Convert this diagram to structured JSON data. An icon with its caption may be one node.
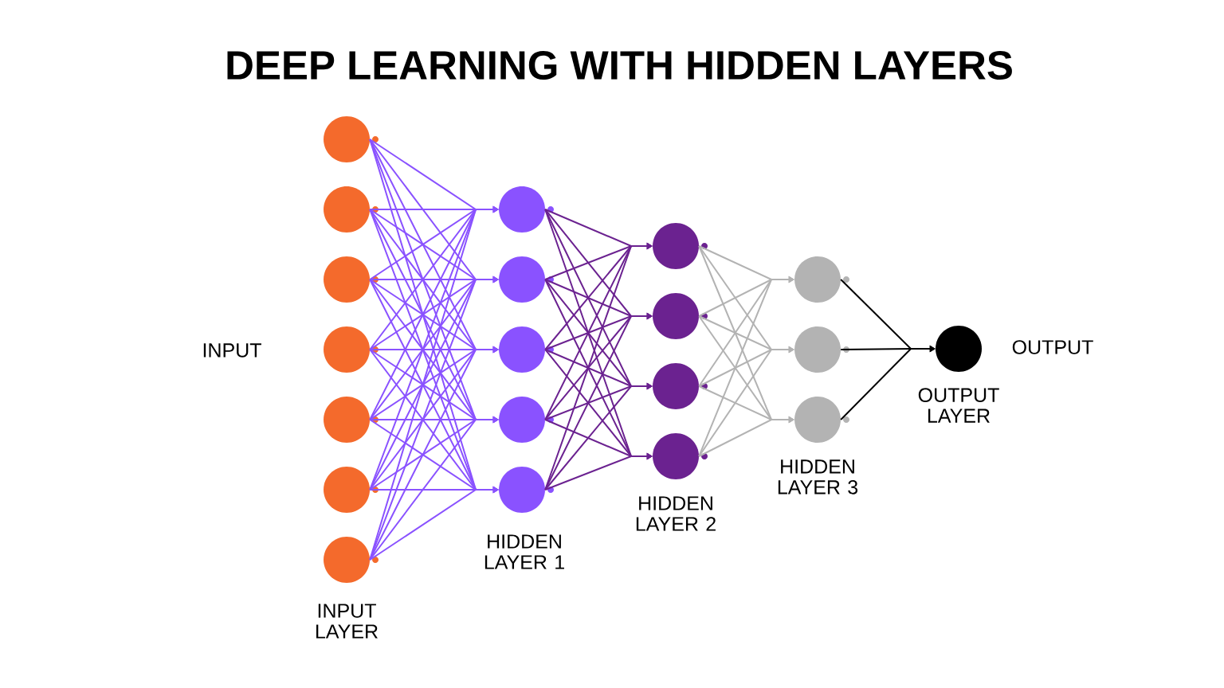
{
  "diagram": {
    "title": "DEEP LEARNING WITH HIDDEN LAYERS",
    "nodes": [
      {
        "text": [],
        "shape": "circle"
      },
      {
        "text": [],
        "shape": "circle"
      },
      {
        "text": [],
        "shape": "circle"
      },
      {
        "text": [],
        "shape": "circle"
      },
      {
        "text": [],
        "shape": "circle"
      },
      {
        "text": [],
        "shape": "circle"
      },
      {
        "text": [],
        "shape": "circle"
      },
      {
        "text": [],
        "shape": "circle"
      },
      {
        "text": [],
        "shape": "circle"
      },
      {
        "text": [],
        "shape": "circle"
      },
      {
        "text": [],
        "shape": "circle"
      },
      {
        "text": [],
        "shape": "circle"
      },
      {
        "text": [],
        "shape": "circle"
      },
      {
        "text": [],
        "shape": "circle"
      },
      {
        "text": [],
        "shape": "circle"
      },
      {
        "text": [],
        "shape": "circle"
      },
      {
        "text": [],
        "shape": "circle"
      },
      {
        "text": [],
        "shape": "circle"
      },
      {
        "text": [],
        "shape": "circle"
      },
      {
        "text": [],
        "shape": "circle"
      }
    ],
    "edges": [
      {
        "from": 0,
        "to": 7,
        "arrow": "to"
      },
      {
        "from": 0,
        "to": 8,
        "arrow": "to"
      },
      {
        "from": 0,
        "to": 9,
        "arrow": "to"
      },
      {
        "from": 0,
        "to": 10,
        "arrow": "to"
      },
      {
        "from": 0,
        "to": 11,
        "arrow": "to"
      },
      {
        "from": 1,
        "to": 7,
        "arrow": "to"
      },
      {
        "from": 1,
        "to": 8,
        "arrow": "to"
      },
      {
        "from": 1,
        "to": 9,
        "arrow": "to"
      },
      {
        "from": 1,
        "to": 10,
        "arrow": "to"
      },
      {
        "from": 1,
        "to": 11,
        "arrow": "to"
      },
      {
        "from": 2,
        "to": 7,
        "arrow": "to"
      },
      {
        "from": 2,
        "to": 8,
        "arrow": "to"
      },
      {
        "from": 2,
        "to": 9,
        "arrow": "to"
      },
      {
        "from": 2,
        "to": 10,
        "arrow": "to"
      },
      {
        "from": 2,
        "to": 11,
        "arrow": "to"
      },
      {
        "from": 3,
        "to": 7,
        "arrow": "to"
      },
      {
        "from": 3,
        "to": 8,
        "arrow": "to"
      },
      {
        "from": 3,
        "to": 9,
        "arrow": "to"
      },
      {
        "from": 3,
        "to": 10,
        "arrow": "to"
      },
      {
        "from": 3,
        "to": 11,
        "arrow": "to"
      },
      {
        "from": 4,
        "to": 7,
        "arrow": "to"
      },
      {
        "from": 4,
        "to": 8,
        "arrow": "to"
      },
      {
        "from": 4,
        "to": 9,
        "arrow": "to"
      },
      {
        "from": 4,
        "to": 10,
        "arrow": "to"
      },
      {
        "from": 4,
        "to": 11,
        "arrow": "to"
      },
      {
        "from": 5,
        "to": 7,
        "arrow": "to"
      },
      {
        "from": 5,
        "to": 8,
        "arrow": "to"
      },
      {
        "from": 5,
        "to": 9,
        "arrow": "to"
      },
      {
        "from": 5,
        "to": 10,
        "arrow": "to"
      },
      {
        "from": 5,
        "to": 11,
        "arrow": "to"
      },
      {
        "from": 6,
        "to": 7,
        "arrow": "to"
      },
      {
        "from": 6,
        "to": 8,
        "arrow": "to"
      },
      {
        "from": 6,
        "to": 9,
        "arrow": "to"
      },
      {
        "from": 6,
        "to": 10,
        "arrow": "to"
      },
      {
        "from": 6,
        "to": 11,
        "arrow": "to"
      },
      {
        "from": 7,
        "to": 12,
        "arrow": "to",
        "color": "#6b2290"
      },
      {
        "from": 7,
        "to": 13,
        "arrow": "to",
        "color": "#6b2290"
      },
      {
        "from": 7,
        "to": 14,
        "arrow": "to",
        "color": "#6b2290"
      },
      {
        "from": 7,
        "to": 15,
        "arrow": "to",
        "color": "#6b2290"
      },
      {
        "from": 8,
        "to": 12,
        "arrow": "to",
        "color": "#6b2290"
      },
      {
        "from": 8,
        "to": 13,
        "arrow": "to",
        "color": "#6b2290"
      },
      {
        "from": 8,
        "to": 14,
        "arrow": "to",
        "color": "#6b2290"
      },
      {
        "from": 8,
        "to": 15,
        "arrow": "to",
        "color": "#6b2290"
      },
      {
        "from": 9,
        "to": 12,
        "arrow": "to",
        "color": "#6b2290"
      },
      {
        "from": 9,
        "to": 13,
        "arrow": "to",
        "color": "#6b2290"
      },
      {
        "from": 9,
        "to": 14,
        "arrow": "to",
        "color": "#6b2290"
      },
      {
        "from": 9,
        "to": 15,
        "arrow": "to",
        "color": "#6b2290"
      },
      {
        "from": 10,
        "to": 12,
        "arrow": "to",
        "color": "#6b2290"
      },
      {
        "from": 10,
        "to": 13,
        "arrow": "to",
        "color": "#6b2290"
      },
      {
        "from": 10,
        "to": 14,
        "arrow": "to",
        "color": "#6b2290"
      },
      {
        "from": 10,
        "to": 15,
        "arrow": "to",
        "color": "#6b2290"
      },
      {
        "from": 11,
        "to": 12,
        "arrow": "to",
        "color": "#6b2290"
      },
      {
        "from": 11,
        "to": 13,
        "arrow": "to",
        "color": "#6b2290"
      },
      {
        "from": 11,
        "to": 14,
        "arrow": "to",
        "color": "#6b2290"
      },
      {
        "from": 11,
        "to": 15,
        "arrow": "to",
        "color": "#6b2290"
      },
      {
        "from": 12,
        "to": 16,
        "arrow": "to",
        "color": "#b3b3b3"
      },
      {
        "from": 12,
        "to": 17,
        "arrow": "to",
        "color": "#b3b3b3"
      },
      {
        "from": 12,
        "to": 18,
        "arrow": "to",
        "color": "#b3b3b3"
      },
      {
        "from": 13,
        "to": 16,
        "arrow": "to",
        "color": "#b3b3b3"
      },
      {
        "from": 13,
        "to": 17,
        "arrow": "to",
        "color": "#b3b3b3"
      },
      {
        "from": 13,
        "to": 18,
        "arrow": "to",
        "color": "#b3b3b3"
      },
      {
        "from": 14,
        "to": 16,
        "arrow": "to",
        "color": "#b3b3b3"
      },
      {
        "from": 14,
        "to": 17,
        "arrow": "to",
        "color": "#b3b3b3"
      },
      {
        "from": 14,
        "to": 18,
        "arrow": "to",
        "color": "#b3b3b3"
      },
      {
        "from": 15,
        "to": 16,
        "arrow": "to",
        "color": "#b3b3b3"
      },
      {
        "from": 15,
        "to": 17,
        "arrow": "to",
        "color": "#b3b3b3"
      },
      {
        "from": 15,
        "to": 18,
        "arrow": "to",
        "color": "#b3b3b3"
      },
      {
        "from": 16,
        "to": 19,
        "arrow": "to",
        "color": "#000000"
      },
      {
        "from": 17,
        "to": 19,
        "arrow": "to",
        "color": "#000000"
      },
      {
        "from": 18,
        "to": 19,
        "arrow": "to",
        "color": "#000000"
      }
    ],
    "labels": [
      "INPUT",
      "INPUT LAYER",
      "HIDDEN LAYER 1",
      "HIDDEN LAYER 2",
      "HIDDEN LAYER 3",
      "OUTPUT LAYER",
      "OUTPUT"
    ]
  }
}
